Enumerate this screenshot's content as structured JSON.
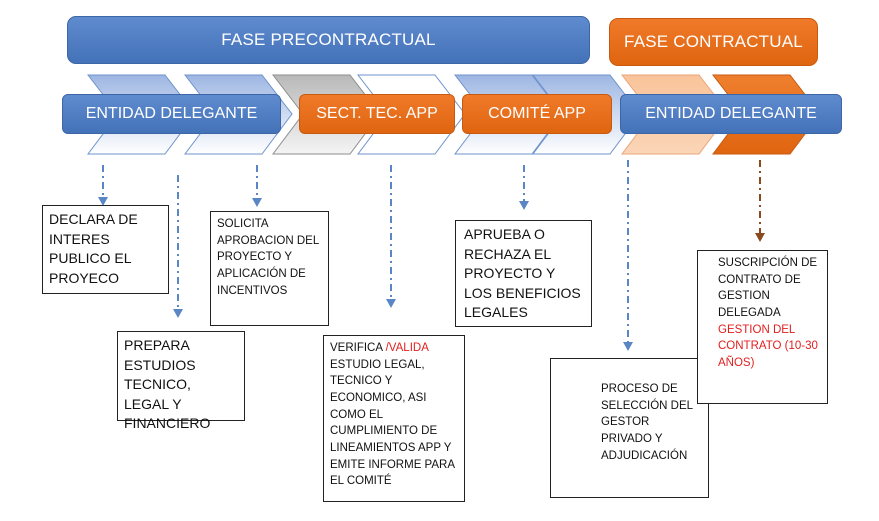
{
  "phases": {
    "pre": "FASE PRECONTRACTUAL",
    "con": "FASE CONTRACTUAL"
  },
  "actors": {
    "entidad_1": "ENTIDAD DELEGANTE",
    "sect_tec": "SECT. TEC. APP",
    "comite": "COMITÉ APP",
    "entidad_2": "ENTIDAD DELEGANTE"
  },
  "steps": {
    "declara": "DECLARA DE INTERES PUBLICO EL PROYECO",
    "prepara": "PREPARA ESTUDIOS TECNICO, LEGAL Y FINANCIERO",
    "solicita": "SOLICITA APROBACION DEL PROYECTO Y APLICACIÓN DE INCENTIVOS",
    "verifica_a": "VERIFICA ",
    "verifica_b": "/VALIDA",
    "verifica_c": " ESTUDIO LEGAL, TECNICO Y ECONOMICO, ASI COMO EL CUMPLIMIENTO DE LINEAMIENTOS APP Y EMITE INFORME PARA EL COMITÉ",
    "aprueba": "APRUEBA O RECHAZA EL PROYECTO Y LOS BENEFICIOS LEGALES",
    "proceso": "PROCESO DE SELECCIÓN DEL GESTOR PRIVADO Y ADJUDICACIÓN",
    "suscripcion_a": "SUSCRIPCIÓN DE CONTRATO DE GESTION DELEGADA ",
    "suscripcion_b": "GESTION DEL CONTRATO (10-30 AÑOS)"
  },
  "colors": {
    "blue": "#4f7fc4",
    "orange": "#e8701a",
    "highlight_text": "#e02020",
    "arrow_brown": "#8a4a1e"
  }
}
